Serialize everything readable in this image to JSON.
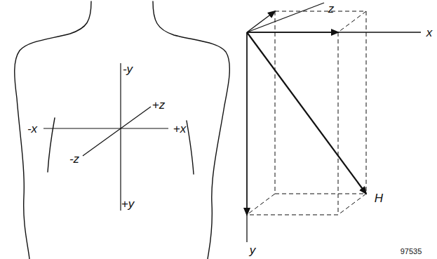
{
  "diagram": {
    "labels": [
      "-y",
      "+z",
      "-x",
      "+x",
      "-z",
      "+y",
      "z",
      "x",
      "y",
      "H",
      "97535"
    ]
  }
}
